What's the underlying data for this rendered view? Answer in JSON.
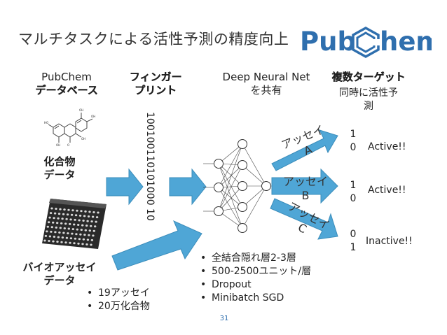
{
  "title": "マルチタスクによる活性予測の精度向上",
  "logo": {
    "left": "Pub",
    "right": "hem"
  },
  "database": {
    "line1": "PubChem",
    "line2": "データベース"
  },
  "fingerprint": {
    "line1": "フィンガー",
    "line2": "プリント",
    "bits": "1001001101010​00 10"
  },
  "dnn": {
    "line1": "Deep Neural Net",
    "line2": "を共有"
  },
  "targets": {
    "line1": "複数ターゲット",
    "sub1": "同時に活性予",
    "sub2": "測"
  },
  "compound": {
    "line1": "化合物",
    "line2": "データ"
  },
  "bioassay": {
    "line1": "バイオアッセイ",
    "line2": "データ"
  },
  "left_bullets": [
    "19アッセイ",
    "20万化合物"
  ],
  "right_bullets": [
    "全結合隠れ層2-3層",
    "500-2500ユニット/層",
    "Dropout",
    "Minibatch SGD"
  ],
  "assays": [
    {
      "line1": "アッセイ",
      "line2": "A",
      "bits": [
        "1",
        "0"
      ],
      "result": "Active!!"
    },
    {
      "line1": "アッセイ",
      "line2": "B",
      "bits": [
        "1",
        "0"
      ],
      "result": "Active!!"
    },
    {
      "line1": "アッセイ",
      "line2": "C",
      "bits": [
        "0",
        "1"
      ],
      "result": "Inactive!!"
    }
  ],
  "page_number": "31",
  "colors": {
    "arrow": "#4fa6d6",
    "brand": "#2f6fae",
    "plate": "#2a2a2a"
  }
}
